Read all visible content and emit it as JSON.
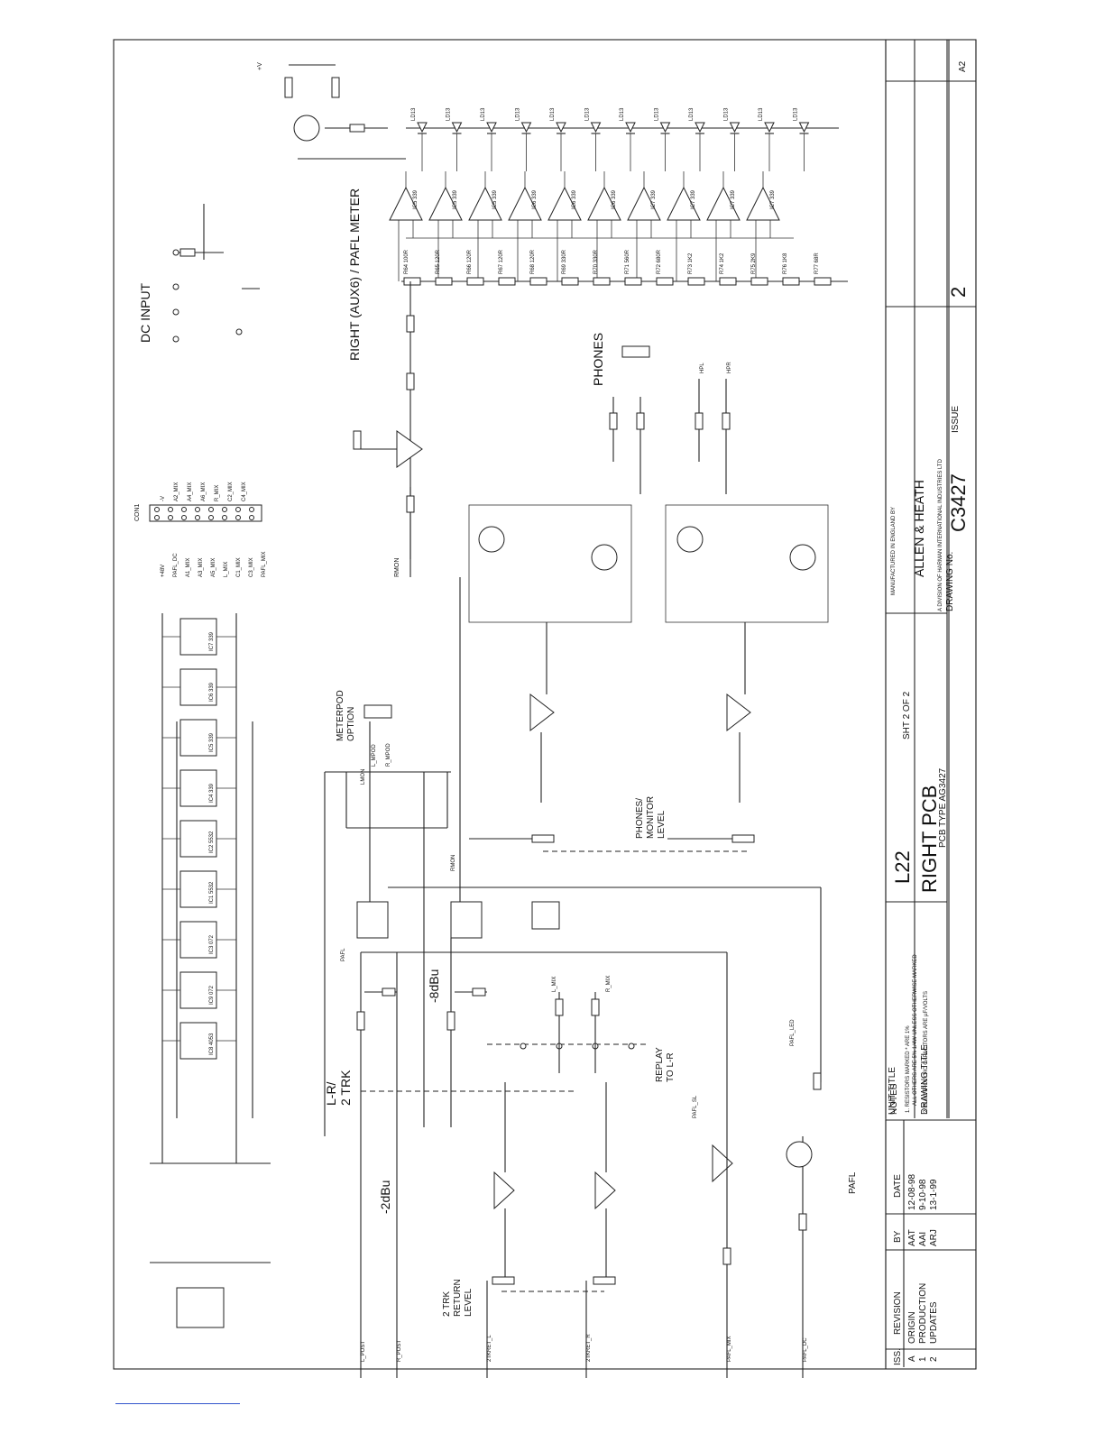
{
  "title_block": {
    "manufacturer_note": "MANUFACTURED IN ENGLAND BY",
    "company": "ALLEN & HEATH",
    "division": "A DIVISION OF HARMAN INTERNATIONAL INDUSTRIES LTD",
    "drawing_no_label": "DRAWING No.",
    "drawing_no": "C3427",
    "issue_label": "ISSUE",
    "issue": "2",
    "size": "A2",
    "unit_title_label": "UNIT TITLE",
    "unit_title": "L22",
    "sheet": "SHT 2 OF 2",
    "drawing_title_label": "DRAWING TITLE",
    "drawing_title": "RIGHT PCB",
    "pcb_type": "PCB TYPE AG3427",
    "notes_label": "NOTES",
    "notes": [
      "1. RESISTORS MARKED * ARE 1%",
      "ALL OTHERS ARE 5% 1/4W UNLESS OTHERWISE MARKED",
      "2. ELECTROLYTIC CAPACITORS ARE µF/VOLTS"
    ]
  },
  "revision_table": {
    "headers": [
      "ISS.",
      "REVISION",
      "BY",
      "DATE"
    ],
    "rows": [
      {
        "iss": "A",
        "revision": "ORIGIN",
        "by": "AAT",
        "date": "12-08-98"
      },
      {
        "iss": "1",
        "revision": "PRODUCTION",
        "by": "AAI",
        "date": "9-10-98"
      },
      {
        "iss": "2",
        "revision": "UPDATES",
        "by": "ARJ",
        "date": "13-1-99"
      }
    ]
  },
  "section_labels": {
    "meter": "RIGHT (AUX6) / PAFL METER",
    "dc_input": "DC INPUT",
    "phones": "PHONES",
    "meterpod": "METERPOD",
    "meterpod2": "OPTION",
    "phones_monitor": "PHONES/",
    "phones_monitor2": "MONITOR",
    "phones_monitor3": "LEVEL",
    "two_trk_return": "2 TRK",
    "two_trk_return2": "RETURN",
    "two_trk_return3": "LEVEL",
    "replay": "REPLAY",
    "replay2": "TO L-R",
    "lr_2trk": "L-R/",
    "lr_2trk2": "2 TRK",
    "minus2dbu": "-2dBu",
    "minus8dbu": "-8dBu",
    "pafl": "PAFL"
  },
  "nets": {
    "l_post": "L_POST",
    "r_post": "R_POST",
    "twotrk_l": "2TKRET_L",
    "twotrk_r": "2TKRET_R",
    "pafl_mix": "PAFL_MIX",
    "pafl_dc": "PAFL_DC",
    "pafl": "PAFL",
    "pafl_led": "PAFL_LED",
    "pafl_sl": "PAFL_SL",
    "lmon": "LMON",
    "rmon": "RMON",
    "l_mix": "L_MIX",
    "r_mix": "R_MIX",
    "hpl": "HPL",
    "hpr": "HPR",
    "l_mpod": "L_MPOD",
    "r_mpod": "R_MPOD"
  },
  "connector_con1": {
    "name": "CON1",
    "pins_left": [
      "PAFL_DC",
      "A1_MIX",
      "A3_MIX",
      "A5_MIX",
      "L_MIX",
      "C1_MIX",
      "C3_MIX",
      "PAFL_MIX"
    ],
    "pins_right": [
      "-V",
      "A2_MIX",
      "A4_MIX",
      "A6_MIX",
      "R_MIX",
      "C2_MIX",
      "C4_MIX"
    ],
    "supply": "+48V"
  },
  "meter_leds": [
    "LD13",
    "LD13",
    "LD13",
    "LD13",
    "LD13",
    "LD13",
    "LD13",
    "LD13",
    "LD13",
    "LD13",
    "LD13",
    "LD13"
  ],
  "meter_resistors": [
    "R64 100R",
    "R65 120R",
    "R66 120R",
    "R67 120R",
    "R68 120R",
    "R69 330R",
    "R70 330R",
    "R71 560R",
    "R72 680R",
    "R73 1K2",
    "R74 1K2",
    "R75 2K9",
    "R76 1K8",
    "R77 68R"
  ],
  "meter_comparators": [
    "IC5 339",
    "IC5 339",
    "IC5 339",
    "IC6 339",
    "IC6 339",
    "IC6 339",
    "IC7 339",
    "IC7 339",
    "IC7 339",
    "IC7 339"
  ],
  "power_ics": [
    "IC7 339",
    "IC6 339",
    "IC5 339",
    "IC4 339",
    "IC2 5532",
    "IC1 5532",
    "IC3 072",
    "IC9 072",
    "IC8 4053"
  ]
}
